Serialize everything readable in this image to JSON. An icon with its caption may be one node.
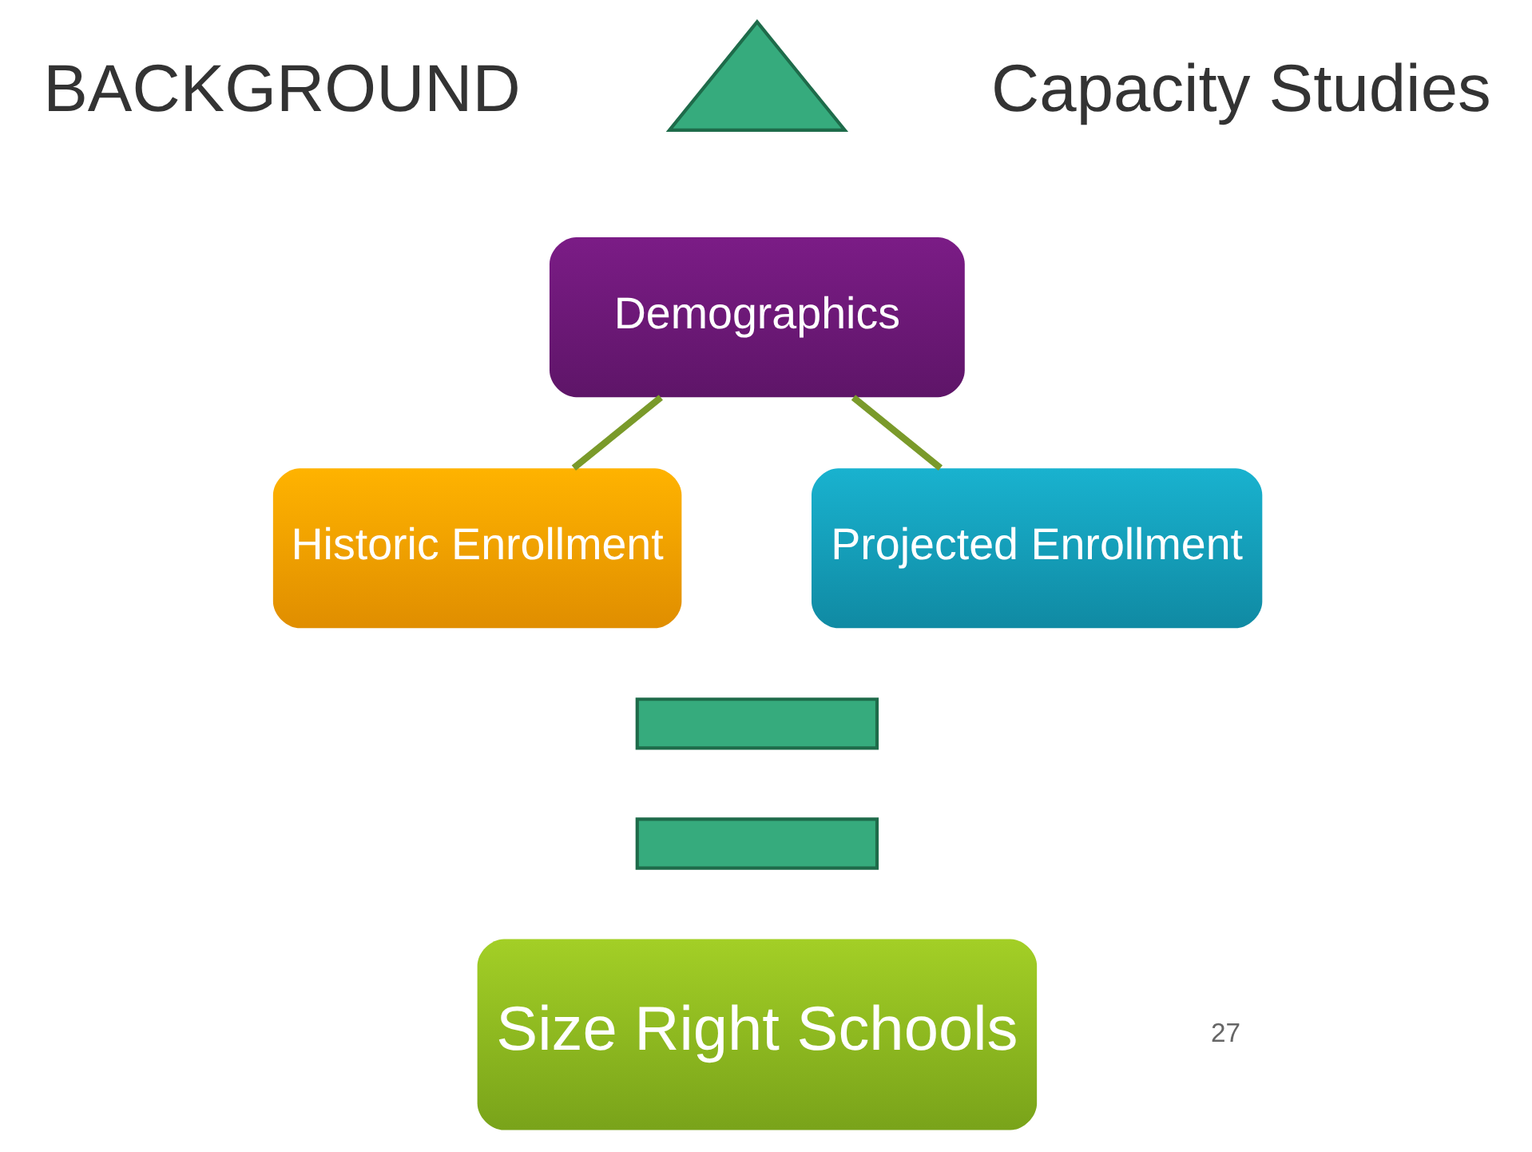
{
  "diagram": {
    "nodes": [
      {
        "text": [],
        "shape": "triangle"
      },
      {
        "text": [
          "Demographics"
        ]
      },
      {
        "text": [
          "Historic Enrollment"
        ]
      },
      {
        "text": [
          "Projected Enrollment"
        ]
      },
      {
        "text": [],
        "shape": "bar"
      },
      {
        "text": [],
        "shape": "bar"
      },
      {
        "text": [
          "Size Right Schools"
        ]
      }
    ],
    "edges": [
      {
        "from": 1,
        "to": 2,
        "arrow": "none"
      },
      {
        "from": 1,
        "to": 3,
        "arrow": "none"
      }
    ],
    "labels": [
      "BACKGROUND",
      "Capacity Studies",
      "27"
    ]
  }
}
